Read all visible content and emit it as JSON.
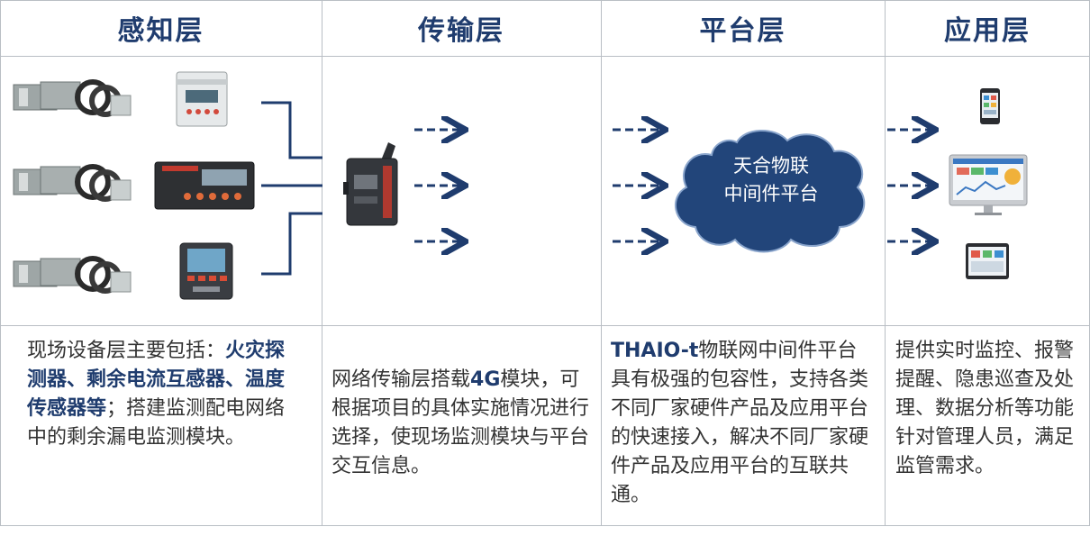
{
  "headers": {
    "perception": "感知层",
    "transmission": "传输层",
    "platform": "平台层",
    "application": "应用层"
  },
  "cloud": {
    "line1": "天合物联",
    "line2": "中间件平台"
  },
  "descriptions": {
    "perception": {
      "prefix": "现场设备层主要包括：",
      "highlight": "火灾探测器、剩余电流互感器、温度传感器等",
      "suffix": "；搭建监测配电网络中的剩余漏电监测模块。"
    },
    "transmission": {
      "prefix": "网络传输层搭载",
      "highlight": "4G",
      "suffix": "模块，可根据项目的具体实施情况进行选择，使现场监测模块与平台交互信息。"
    },
    "platform": {
      "highlight": "THAIO-t",
      "suffix": "物联网中间件平台具有极强的包容性，支持各类不同厂家硬件产品及应用平台的快速接入，解决不同厂家硬件产品及应用平台的互联共通。"
    },
    "application": {
      "text": "提供实时监控、报警提醒、隐患巡查及处理、数据分析等功能针对管理人员，满足监管需求。"
    }
  },
  "colors": {
    "header_text": "#1f3c6e",
    "cloud_fill": "#22457a",
    "arrow": "#1f3c6e",
    "grid": "#b9bec4"
  }
}
